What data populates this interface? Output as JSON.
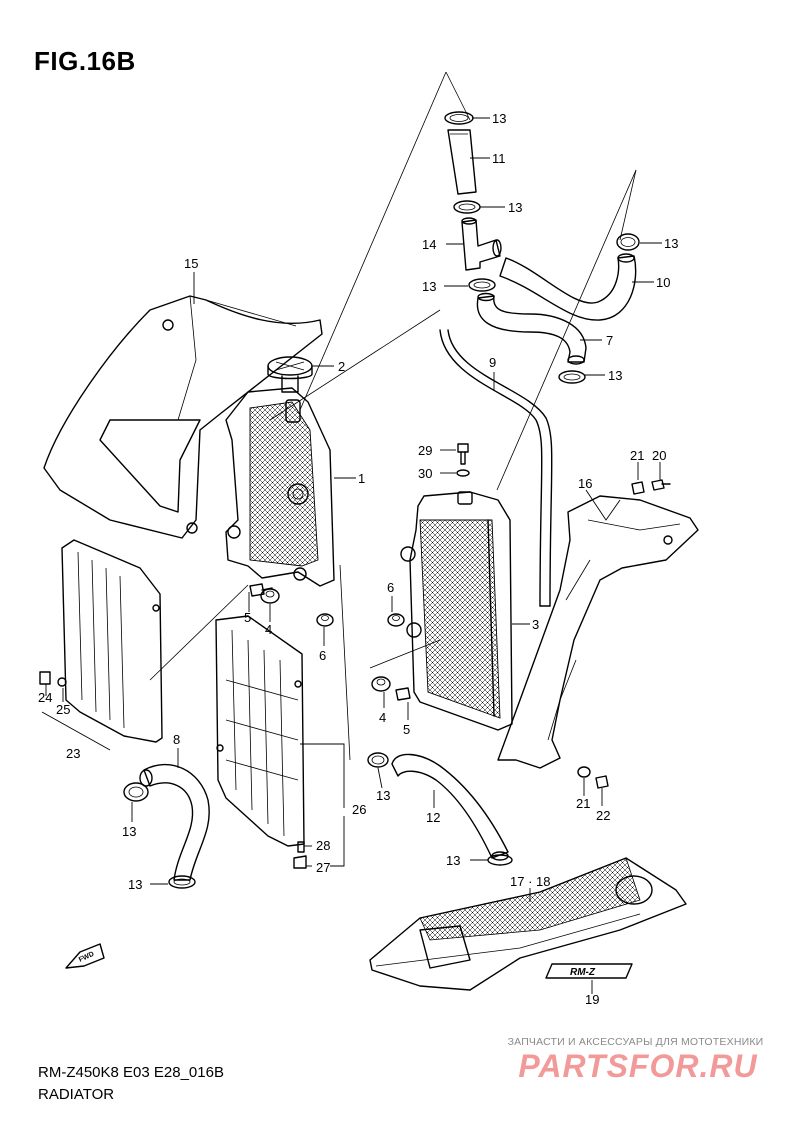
{
  "figure": {
    "title": "FIG.16B",
    "code": "RM-Z450K8 E03 E28_016B",
    "name": "RADIATOR"
  },
  "watermark": {
    "line1": "ЗАПЧАСТИ И АКСЕССУАРЫ ДЛЯ МОТОТЕХНИКИ",
    "logo": "PARTSFOR.RU"
  },
  "badge": {
    "fwd": "FWD"
  },
  "callouts": [
    {
      "id": "c-13a",
      "text": "13"
    },
    {
      "id": "c-11",
      "text": "11"
    },
    {
      "id": "c-13b",
      "text": "13"
    },
    {
      "id": "c-14",
      "text": "14"
    },
    {
      "id": "c-13c",
      "text": "13"
    },
    {
      "id": "c-13d",
      "text": "13"
    },
    {
      "id": "c-10",
      "text": "10"
    },
    {
      "id": "c-7",
      "text": "7"
    },
    {
      "id": "c-13e",
      "text": "13"
    },
    {
      "id": "c-15",
      "text": "15"
    },
    {
      "id": "c-2",
      "text": "2"
    },
    {
      "id": "c-9",
      "text": "9"
    },
    {
      "id": "c-1",
      "text": "1"
    },
    {
      "id": "c-29",
      "text": "29"
    },
    {
      "id": "c-30",
      "text": "30"
    },
    {
      "id": "c-21a",
      "text": "21"
    },
    {
      "id": "c-20",
      "text": "20"
    },
    {
      "id": "c-16",
      "text": "16"
    },
    {
      "id": "c-5a",
      "text": "5"
    },
    {
      "id": "c-4a",
      "text": "4"
    },
    {
      "id": "c-6a",
      "text": "6"
    },
    {
      "id": "c-6b",
      "text": "6"
    },
    {
      "id": "c-3",
      "text": "3"
    },
    {
      "id": "c-24",
      "text": "24"
    },
    {
      "id": "c-25",
      "text": "25"
    },
    {
      "id": "c-23",
      "text": "23"
    },
    {
      "id": "c-4b",
      "text": "4"
    },
    {
      "id": "c-5b",
      "text": "5"
    },
    {
      "id": "c-8",
      "text": "8"
    },
    {
      "id": "c-13f",
      "text": "13"
    },
    {
      "id": "c-13g",
      "text": "13"
    },
    {
      "id": "c-12",
      "text": "12"
    },
    {
      "id": "c-26",
      "text": "26"
    },
    {
      "id": "c-21b",
      "text": "21"
    },
    {
      "id": "c-22",
      "text": "22"
    },
    {
      "id": "c-13h",
      "text": "13"
    },
    {
      "id": "c-28",
      "text": "28"
    },
    {
      "id": "c-27",
      "text": "27"
    },
    {
      "id": "c-13i",
      "text": "13"
    },
    {
      "id": "c-1718",
      "text": "17 · 18"
    },
    {
      "id": "c-19",
      "text": "19"
    }
  ]
}
